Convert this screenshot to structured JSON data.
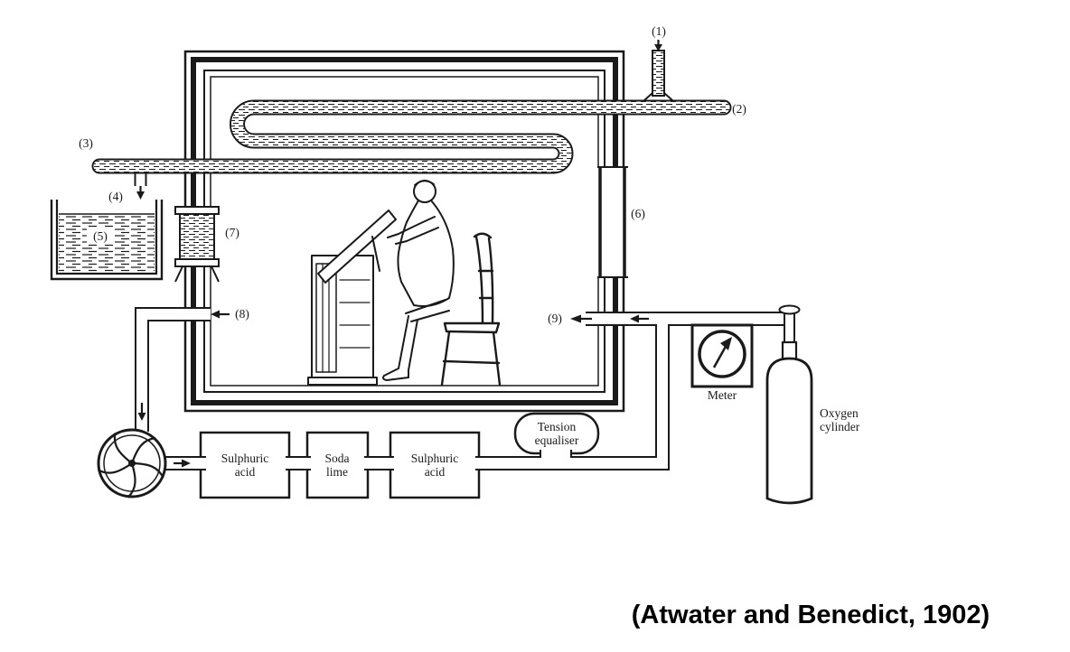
{
  "diagram": {
    "title_hint": "Atwater-Benedict respiration calorimeter schematic",
    "colors": {
      "ink": "#1a1a1a",
      "background": "#ffffff"
    },
    "numbered_labels": {
      "l1": "(1)",
      "l2": "(2)",
      "l3": "(3)",
      "l4": "(4)",
      "l5": "(5)",
      "l6": "(6)",
      "l7": "(7)",
      "l8": "(8)",
      "l9": "(9)"
    },
    "boxes": {
      "sulphuric_acid_1": {
        "line1": "Sulphuric",
        "line2": "acid"
      },
      "soda_lime": {
        "line1": "Soda",
        "line2": "lime"
      },
      "sulphuric_acid_2": {
        "line1": "Sulphuric",
        "line2": "acid"
      }
    },
    "tension_equaliser": {
      "line1": "Tension",
      "line2": "equaliser"
    },
    "meter_label": "Meter",
    "oxygen_cylinder": {
      "line1": "Oxygen",
      "line2": "cylinder"
    },
    "caption": "(Atwater and Benedict, 1902)"
  }
}
